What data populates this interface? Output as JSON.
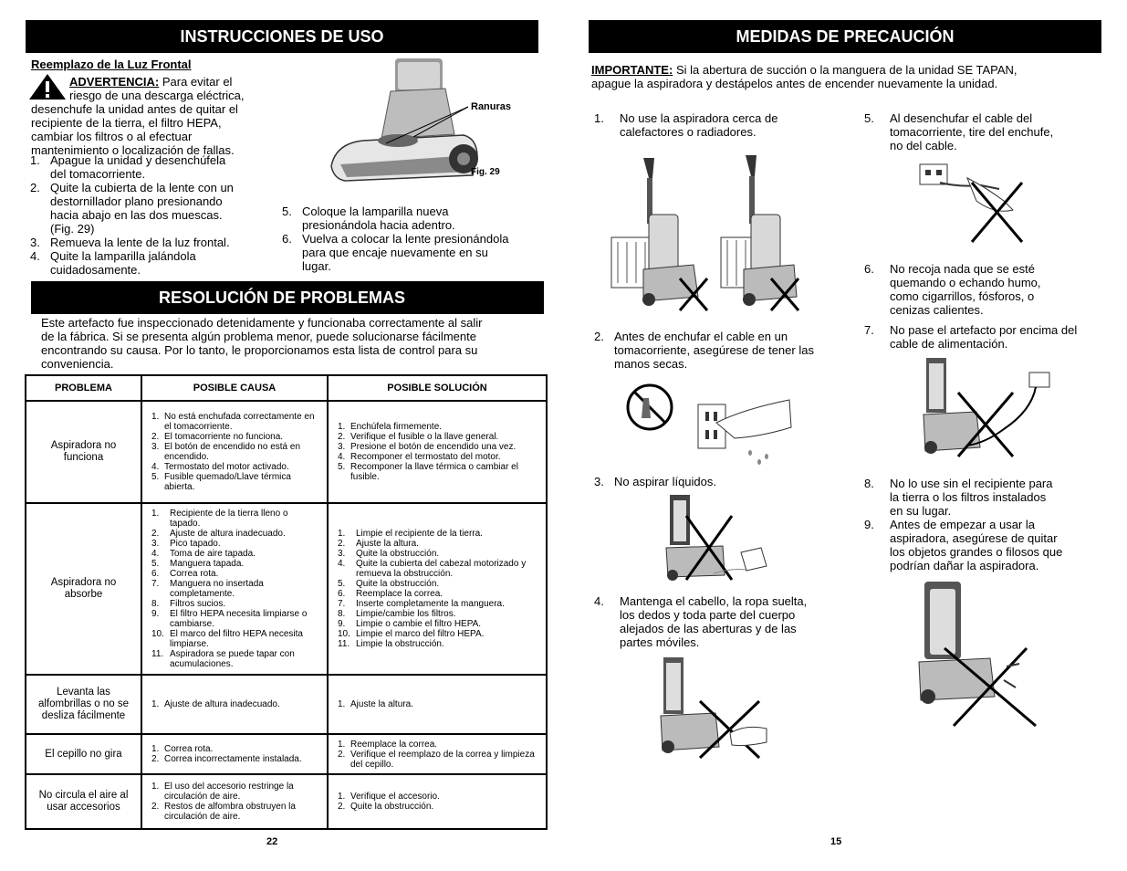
{
  "left": {
    "header": "INSTRUCCIONES DE USO",
    "subheading": "Reemplazo de la Luz Frontal",
    "warning_label": "ADVERTENCIA:",
    "warning_line1": "Para evitar el",
    "warning_line2": "riesgo de una descarga eléctrica,",
    "warning_rest": [
      "desenchufe la unidad antes de quitar el",
      "recipiente de la tierra, el filtro HEPA,",
      "cambiar los filtros o al efectuar",
      "mantenimiento o localización de fallas."
    ],
    "steps": [
      {
        "n": "1.",
        "lines": [
          "Apague la unidad y desenchúfela",
          "del tomacorriente."
        ]
      },
      {
        "n": "2.",
        "lines": [
          "Quite la cubierta de la lente con un",
          "destornillador plano presionando",
          "hacia abajo en las dos muescas.",
          "(Fig. 29)"
        ]
      },
      {
        "n": "3.",
        "lines": [
          "Remueva la lente de la luz frontal."
        ]
      },
      {
        "n": "4.",
        "lines": [
          "Quite la lamparilla jalándola",
          "cuidadosamente."
        ]
      }
    ],
    "steps_right": [
      {
        "n": "5.",
        "lines": [
          "Coloque la lamparilla nueva",
          "presionándola hacia adentro."
        ]
      },
      {
        "n": "6.",
        "lines": [
          "Vuelva a colocar la lente presionándola",
          "para que encaje nuevamente en su",
          "lugar."
        ]
      }
    ],
    "fig_label_ranuras": "Ranuras",
    "fig_label_fig": "Fig. 29",
    "trouble_header": "RESOLUCIÓN DE PROBLEMAS",
    "trouble_intro": [
      "Este artefacto fue inspeccionado detenidamente y funcionaba correctamente al salir",
      "de la fábrica. Si se presenta algún problema menor, puede solucionarse fácilmente",
      "encontrando su causa. Por lo tanto, le proporcionamos esta lista de control para su",
      "conveniencia."
    ],
    "table": {
      "headers": [
        "PROBLEMA",
        "POSIBLE CAUSA",
        "POSIBLE SOLUCIÓN"
      ],
      "rows": [
        {
          "problem": "Aspiradora no funciona",
          "causes": [
            {
              "n": "1.",
              "t": "No está enchufada correctamente en el tomacorriente."
            },
            {
              "n": "2.",
              "t": "El tomacorriente no funciona."
            },
            {
              "n": "3.",
              "t": "El botón de encendido no está en encendido."
            },
            {
              "n": "4.",
              "t": "Termostato del motor activado."
            },
            {
              "n": "5.",
              "t": "Fusible quemado/Llave térmica abierta."
            }
          ],
          "solutions": [
            {
              "n": "1.",
              "t": "Enchúfela firmemente."
            },
            {
              "n": "2.",
              "t": "Verifique el fusible o la llave general."
            },
            {
              "n": "3.",
              "t": "Presione el botón de encendido una vez."
            },
            {
              "n": "4.",
              "t": "Recomponer el termostato del motor."
            },
            {
              "n": "5.",
              "t": "Recomponer la llave térmica o cambiar el fusible."
            }
          ]
        },
        {
          "problem": "Aspiradora no absorbe",
          "causes": [
            {
              "n": "1.",
              "t": "Recipiente de la tierra lleno o tapado."
            },
            {
              "n": "2.",
              "t": "Ajuste de altura inadecuado."
            },
            {
              "n": "3.",
              "t": "Pico tapado."
            },
            {
              "n": "4.",
              "t": "Toma de aire tapada."
            },
            {
              "n": "5.",
              "t": "Manguera tapada."
            },
            {
              "n": "6.",
              "t": "Correa rota."
            },
            {
              "n": "7.",
              "t": "Manguera no insertada completamente."
            },
            {
              "n": "8.",
              "t": "Filtros sucios."
            },
            {
              "n": "9.",
              "t": "El filtro HEPA necesita limpiarse o cambiarse."
            },
            {
              "n": "10.",
              "t": "El marco del filtro HEPA necesita limpiarse."
            },
            {
              "n": "11.",
              "t": "Aspiradora se puede tapar con acumulaciones."
            }
          ],
          "solutions": [
            {
              "n": "1.",
              "t": "Limpie el recipiente de la tierra."
            },
            {
              "n": "2.",
              "t": "Ajuste la altura."
            },
            {
              "n": "3.",
              "t": "Quite la obstrucción."
            },
            {
              "n": "4.",
              "t": "Quite la cubierta del cabezal motorizado y remueva la obstrucción."
            },
            {
              "n": "5.",
              "t": "Quite la obstrucción."
            },
            {
              "n": "6.",
              "t": "Reemplace la correa."
            },
            {
              "n": "7.",
              "t": "Inserte completamente la manguera."
            },
            {
              "n": "8.",
              "t": "Limpie/cambie los filtros."
            },
            {
              "n": "9.",
              "t": "Limpie o cambie el filtro HEPA."
            },
            {
              "n": "10.",
              "t": "Limpie el marco del filtro HEPA."
            },
            {
              "n": "11.",
              "t": "Limpie la obstrucción."
            }
          ]
        },
        {
          "problem": "Levanta las alfombrillas o no se desliza fácilmente",
          "causes": [
            {
              "n": "1.",
              "t": "Ajuste de altura inadecuado."
            }
          ],
          "solutions": [
            {
              "n": "1.",
              "t": "Ajuste la altura."
            }
          ]
        },
        {
          "problem": "El cepillo no gira",
          "causes": [
            {
              "n": "1.",
              "t": "Correa rota."
            },
            {
              "n": "2.",
              "t": "Correa incorrectamente instalada."
            }
          ],
          "solutions": [
            {
              "n": "1.",
              "t": "Reemplace la correa."
            },
            {
              "n": "2.",
              "t": "Verifique el reemplazo de la correa y limpieza del cepillo."
            }
          ]
        },
        {
          "problem": "No circula el aire al usar accesorios",
          "causes": [
            {
              "n": "1.",
              "t": "El uso del accesorio restringe la circulación de aire."
            },
            {
              "n": "2.",
              "t": "Restos de alfombra obstruyen la circulación de aire."
            }
          ],
          "solutions": [
            {
              "n": "1.",
              "t": "Verifique el accesorio."
            },
            {
              "n": "2.",
              "t": "Quite la obstrucción."
            }
          ]
        }
      ]
    },
    "page_number": "22"
  },
  "right": {
    "header": "MEDIDAS DE PRECAUCIÓN",
    "important_label": "IMPORTANTE:",
    "important_line1": "Si la abertura de succión o la manguera de la unidad SE TAPAN,",
    "important_line2": "apague la aspiradora y destápelos antes de encender nuevamente la unidad.",
    "items": [
      {
        "n": "1.",
        "lines": [
          "No use la aspiradora cerca de",
          "calefactores o radiadores."
        ]
      },
      {
        "n": "2.",
        "lines": [
          "Antes de enchufar el cable en un",
          "tomacorriente, asegúrese de tener las",
          "manos secas."
        ]
      },
      {
        "n": "3.",
        "lines": [
          "No aspirar líquidos."
        ]
      },
      {
        "n": "4.",
        "lines": [
          "Mantenga el cabello, la ropa suelta,",
          "los dedos y toda parte del cuerpo",
          "alejados de las aberturas y de las",
          "partes móviles."
        ]
      },
      {
        "n": "5.",
        "lines": [
          "Al desenchufar el cable del",
          "tomacorriente, tire del enchufe,",
          "no del cable."
        ]
      },
      {
        "n": "6.",
        "lines": [
          "No recoja nada que se esté",
          "quemando o echando humo,",
          "como cigarrillos, fósforos, o",
          "cenizas calientes."
        ]
      },
      {
        "n": "7.",
        "lines": [
          "No pase el artefacto por encima del",
          "cable de alimentación."
        ]
      },
      {
        "n": "8.",
        "lines": [
          "No lo use sin el recipiente para",
          "la tierra o los filtros instalados",
          "en su lugar."
        ]
      },
      {
        "n": "9.",
        "lines": [
          "Antes de empezar a usar la",
          "aspiradora, asegúrese de quitar",
          "los objetos grandes o filosos que",
          "podrían dañar la aspiradora."
        ]
      }
    ],
    "page_number": "15"
  }
}
